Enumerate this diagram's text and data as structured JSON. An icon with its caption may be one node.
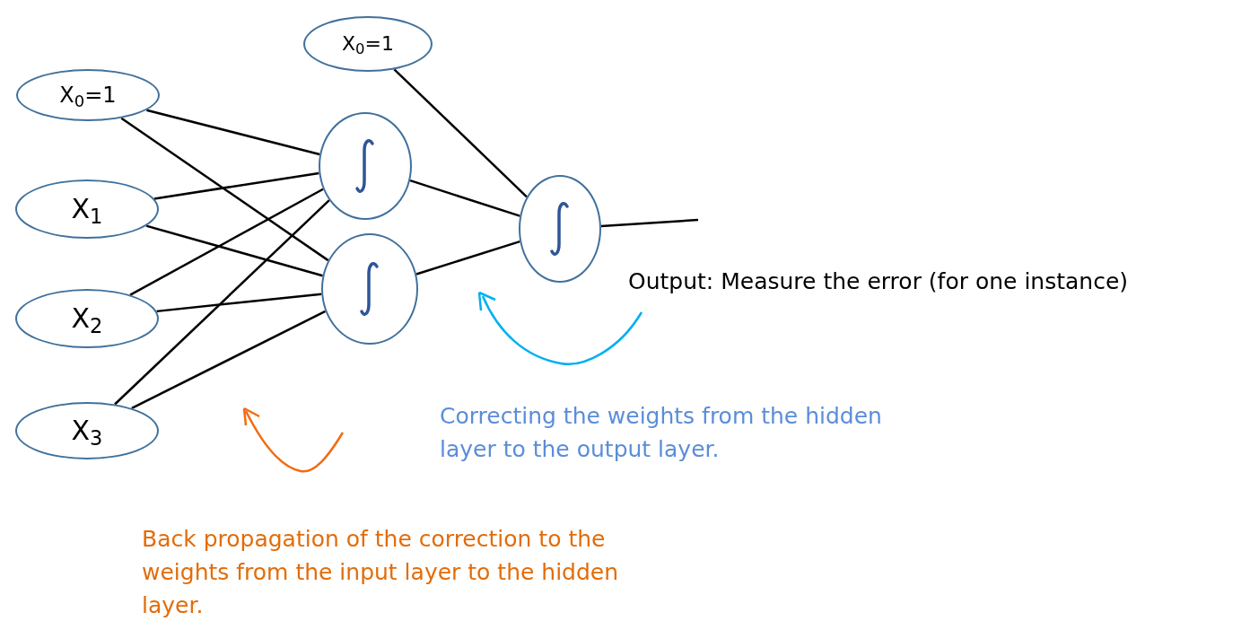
{
  "diagram": {
    "nodes": [
      {
        "text": [
          "X$_{0}$=1"
        ]
      },
      {
        "text": [
          "X$_{1}$"
        ]
      },
      {
        "text": [
          "X$_{2}$"
        ]
      },
      {
        "text": [
          "X$_{3}$"
        ]
      },
      {
        "text": [
          "X$_{0}$=1"
        ]
      },
      {
        "text": [],
        "shape": "circle"
      },
      {
        "text": [],
        "shape": "circle"
      },
      {
        "text": [],
        "shape": "circle"
      }
    ],
    "edges": [
      {
        "from": 0,
        "to": 5,
        "arrow": "none"
      },
      {
        "from": 0,
        "to": 6,
        "arrow": "none"
      },
      {
        "from": 1,
        "to": 5,
        "arrow": "none"
      },
      {
        "from": 1,
        "to": 6,
        "arrow": "none"
      },
      {
        "from": 2,
        "to": 5,
        "arrow": "none"
      },
      {
        "from": 2,
        "to": 6,
        "arrow": "none"
      },
      {
        "from": 3,
        "to": 5,
        "arrow": "none"
      },
      {
        "from": 3,
        "to": 6,
        "arrow": "none"
      },
      {
        "from": 4,
        "to": 7,
        "arrow": "none"
      },
      {
        "from": 5,
        "to": 7,
        "arrow": "none"
      },
      {
        "from": 6,
        "to": 7,
        "arrow": "none"
      },
      {
        "from": 7,
        "to": null,
        "arrow": "none"
      }
    ],
    "labels": [
      "Output: Measure the error (for one instance)",
      "Correcting the weights from the hidden layer to the output layer.",
      "Back propagation of the correction to the weights from the input layer to the hidden layer."
    ]
  }
}
